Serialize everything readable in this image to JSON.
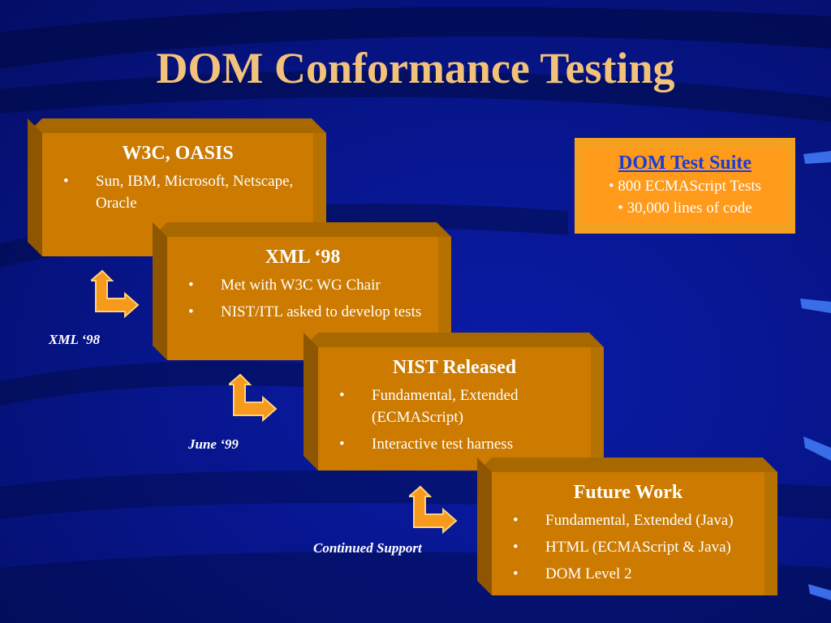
{
  "slide": {
    "title": "DOM Conformance Testing"
  },
  "steps": [
    {
      "heading": "W3C, OASIS",
      "bullets": [
        "Sun, IBM, Microsoft, Netscape, Oracle"
      ]
    },
    {
      "heading": "XML ‘98",
      "bullets": [
        "Met with W3C WG Chair",
        "NIST/ITL asked to develop tests"
      ]
    },
    {
      "heading": "NIST Released",
      "bullets": [
        "Fundamental, Extended (ECMAScript)",
        "Interactive test harness"
      ]
    },
    {
      "heading": "Future Work",
      "bullets": [
        "Fundamental, Extended (Java)",
        "HTML (ECMAScript & Java)",
        "DOM Level 2"
      ]
    }
  ],
  "transitions": [
    {
      "label": "XML ‘98"
    },
    {
      "label": "June ‘99"
    },
    {
      "label": "Continued Support"
    }
  ],
  "suite": {
    "heading": "DOM Test Suite",
    "lines": [
      "• 800 ECMAScript Tests",
      "• 30,000 lines of code"
    ]
  },
  "icons": {
    "transition_arrow": "orange-turn-arrow-icon"
  },
  "colors": {
    "title": "#f2c27a",
    "box_face": "#cc7a00",
    "suite_bg": "#ff9a1a",
    "suite_link": "#1a3cd6",
    "background": "#07168e"
  }
}
